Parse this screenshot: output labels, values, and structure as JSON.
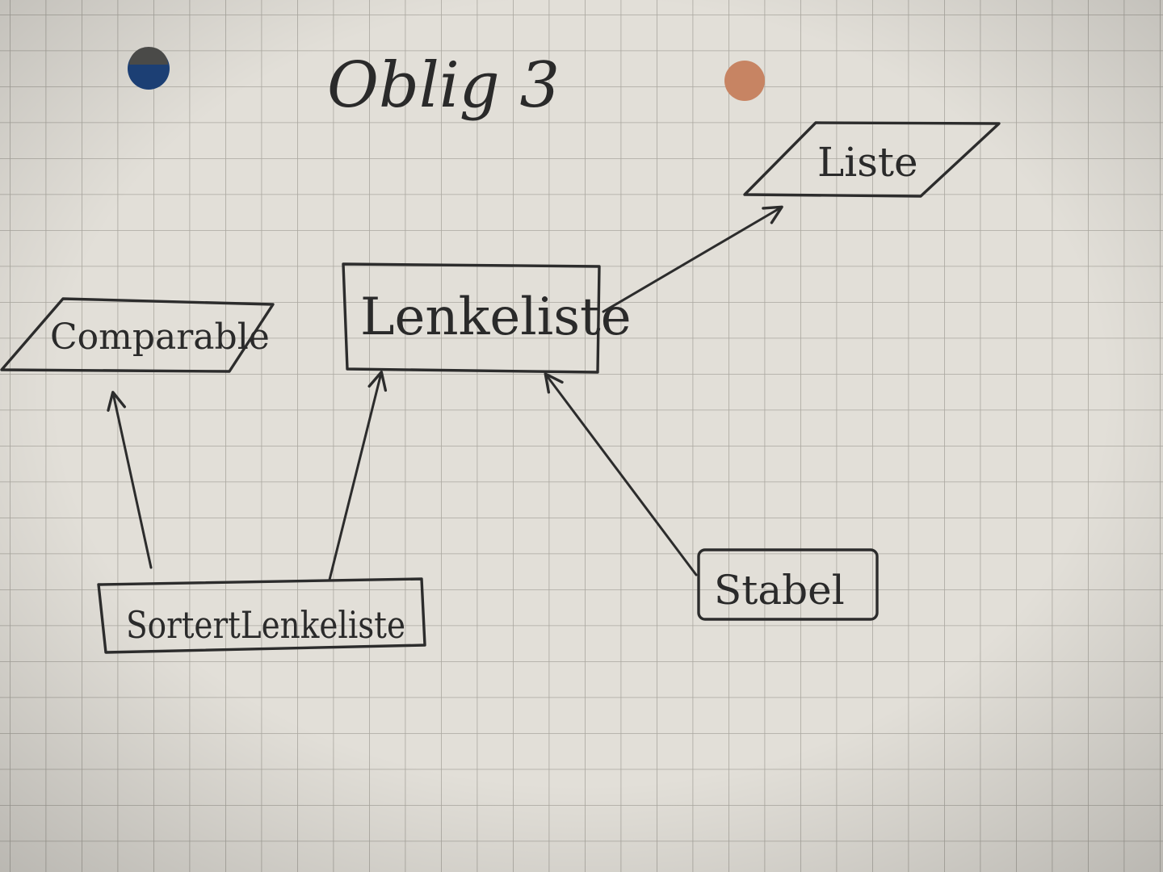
{
  "title": "Oblig 3",
  "nodes": {
    "liste": {
      "label": "Liste",
      "shape": "parallelogram"
    },
    "lenkeliste": {
      "label": "Lenkeliste",
      "shape": "rectangle"
    },
    "comparable": {
      "label": "Comparable",
      "shape": "parallelogram"
    },
    "sortert": {
      "label": "SortertLenkeliste",
      "shape": "rectangle"
    },
    "stabel": {
      "label": "Stabel",
      "shape": "rectangle"
    }
  },
  "edges": [
    {
      "from": "lenkeliste",
      "to": "liste"
    },
    {
      "from": "sortert",
      "to": "comparable"
    },
    {
      "from": "sortert",
      "to": "lenkeliste"
    },
    {
      "from": "stabel",
      "to": "lenkeliste"
    }
  ],
  "colors": {
    "paper": "#dedbd3",
    "grid": "#a9a79f",
    "ink": "#2c2c2c",
    "hole_left": "#1c3f74",
    "hole_right": "#c78463"
  }
}
